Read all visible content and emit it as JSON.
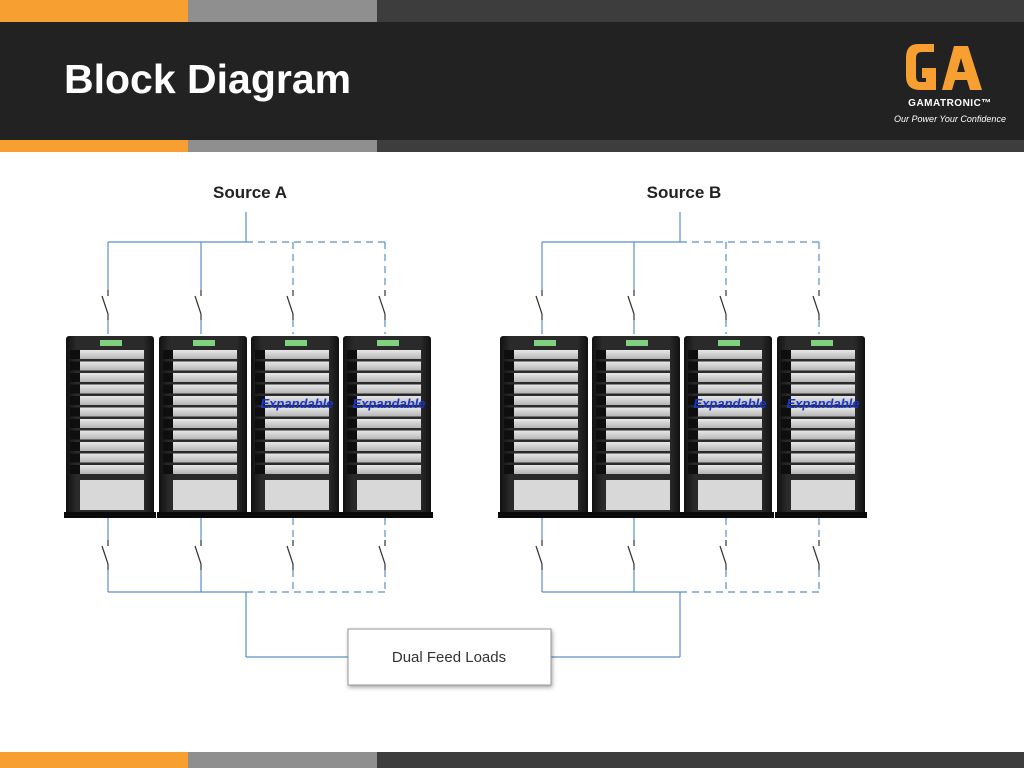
{
  "header": {
    "title": "Block Diagram"
  },
  "logo": {
    "name": "GAMATRONIC™",
    "tagline": "Our Power Your Confidence"
  },
  "diagram": {
    "sources": [
      {
        "label": "Source A",
        "racks": [
          {
            "tag": ""
          },
          {
            "tag": ""
          },
          {
            "tag": "Expandable"
          },
          {
            "tag": "Expandable"
          }
        ]
      },
      {
        "label": "Source B",
        "racks": [
          {
            "tag": ""
          },
          {
            "tag": ""
          },
          {
            "tag": "Expandable"
          },
          {
            "tag": "Expandable"
          }
        ]
      }
    ],
    "load_label": "Dual Feed Loads"
  },
  "colors": {
    "orange": "#f7a031",
    "gray": "#8f8f8f",
    "dark": "#3d3d3d",
    "header_bg": "#222222",
    "wire": "#5b8fc8",
    "expandable_text": "#1a36c9"
  }
}
